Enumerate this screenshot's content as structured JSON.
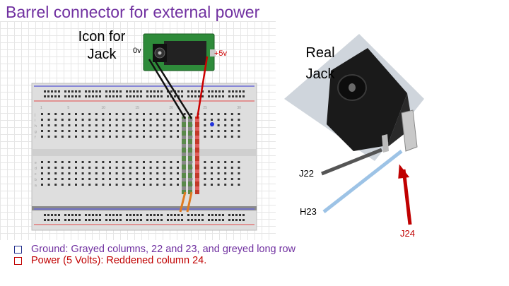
{
  "title": "Barrel connector for external power",
  "icon_label": {
    "line1": "Icon for",
    "line2": "Jack"
  },
  "icon_pins": {
    "ground": "0v",
    "power": "+5v"
  },
  "real_label": {
    "line1": "Real",
    "line2": "Jack"
  },
  "pins": {
    "j22": "J22",
    "h23": "H23",
    "j24": "J24"
  },
  "bullets": [
    "Ground: Grayed columns, 22 and 23, and greyed long row",
    "Power (5 Volts): Reddened column 24."
  ],
  "breadboard_rows": [
    "j",
    "i",
    "h",
    "g",
    "f",
    "e",
    "d",
    "c",
    "b",
    "a"
  ],
  "breadboard_cols": [
    "1",
    "5",
    "10",
    "15",
    "20",
    "25",
    "30"
  ],
  "colors": {
    "title": "#7030a0",
    "ground_wire": "#444444",
    "power_wire": "#cc0000",
    "h23_arrow": "#9dc3e6",
    "pcb": "#2e8b3a",
    "breadboard": "#dcdcdc"
  }
}
